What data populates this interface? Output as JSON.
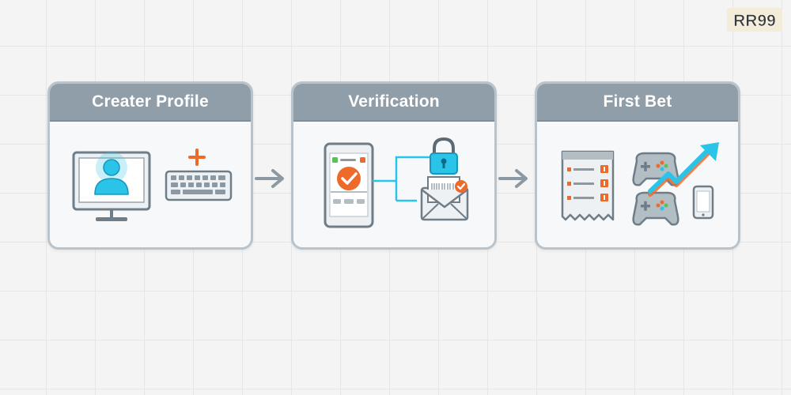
{
  "brand": {
    "logo_text": "RR99"
  },
  "steps": [
    {
      "title": "Creater Profile"
    },
    {
      "title": "Verification"
    },
    {
      "title": "First Bet"
    }
  ],
  "colors": {
    "header": "#8f9ea9",
    "border": "#b9c3cb",
    "accent_blue": "#29c4e8",
    "accent_orange": "#ee6a2b",
    "icon_gray": "#7d8a94",
    "arrow": "#8c98a2"
  }
}
